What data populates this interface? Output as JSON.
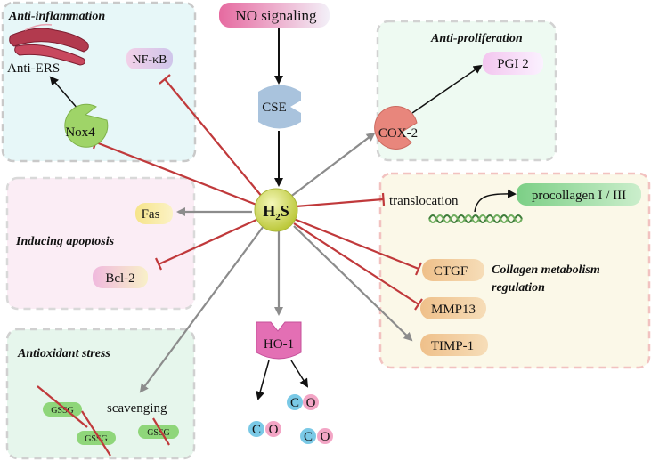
{
  "regions": {
    "anti_inflammation": "Anti-inflammation",
    "anti_proliferation": "Anti-proliferation",
    "inducing_apoptosis": "Inducing apoptosis",
    "antioxidant_stress": "Antioxidant stress",
    "collagen_line1": "Collagen metabolism",
    "collagen_line2": "regulation"
  },
  "nodes": {
    "no_signaling": "NO signaling",
    "cse": "CSE",
    "h2s_main": "H",
    "h2s_sub": "2",
    "h2s_tail": "S",
    "nfkb": "NF-κB",
    "anti_ers": "Anti-ERS",
    "nox4": "Nox4",
    "cox2": "COX-2",
    "pgi2": "PGI 2",
    "translocation": "translocation",
    "procollagen": "procollagen I / III",
    "fas": "Fas",
    "bcl2": "Bcl-2",
    "ctgf": "CTGF",
    "mmp13": "MMP13",
    "timp1": "TIMP-1",
    "ho1": "HO-1",
    "scavenging": "scavenging",
    "gssg": "GSSG",
    "co_c": "C",
    "co_o": "O"
  },
  "colors": {
    "activation_arrow": "#8c8c8c",
    "inhibition_line": "#c0393b",
    "h2s_fill": "#d9e26a",
    "nox4_fill": "#9fd468",
    "cox2_fill": "#e8867c",
    "cse_fill": "#a9c3dd",
    "ho1_fill": "#e36fb4",
    "ctgf_fill": "#f0c895"
  }
}
